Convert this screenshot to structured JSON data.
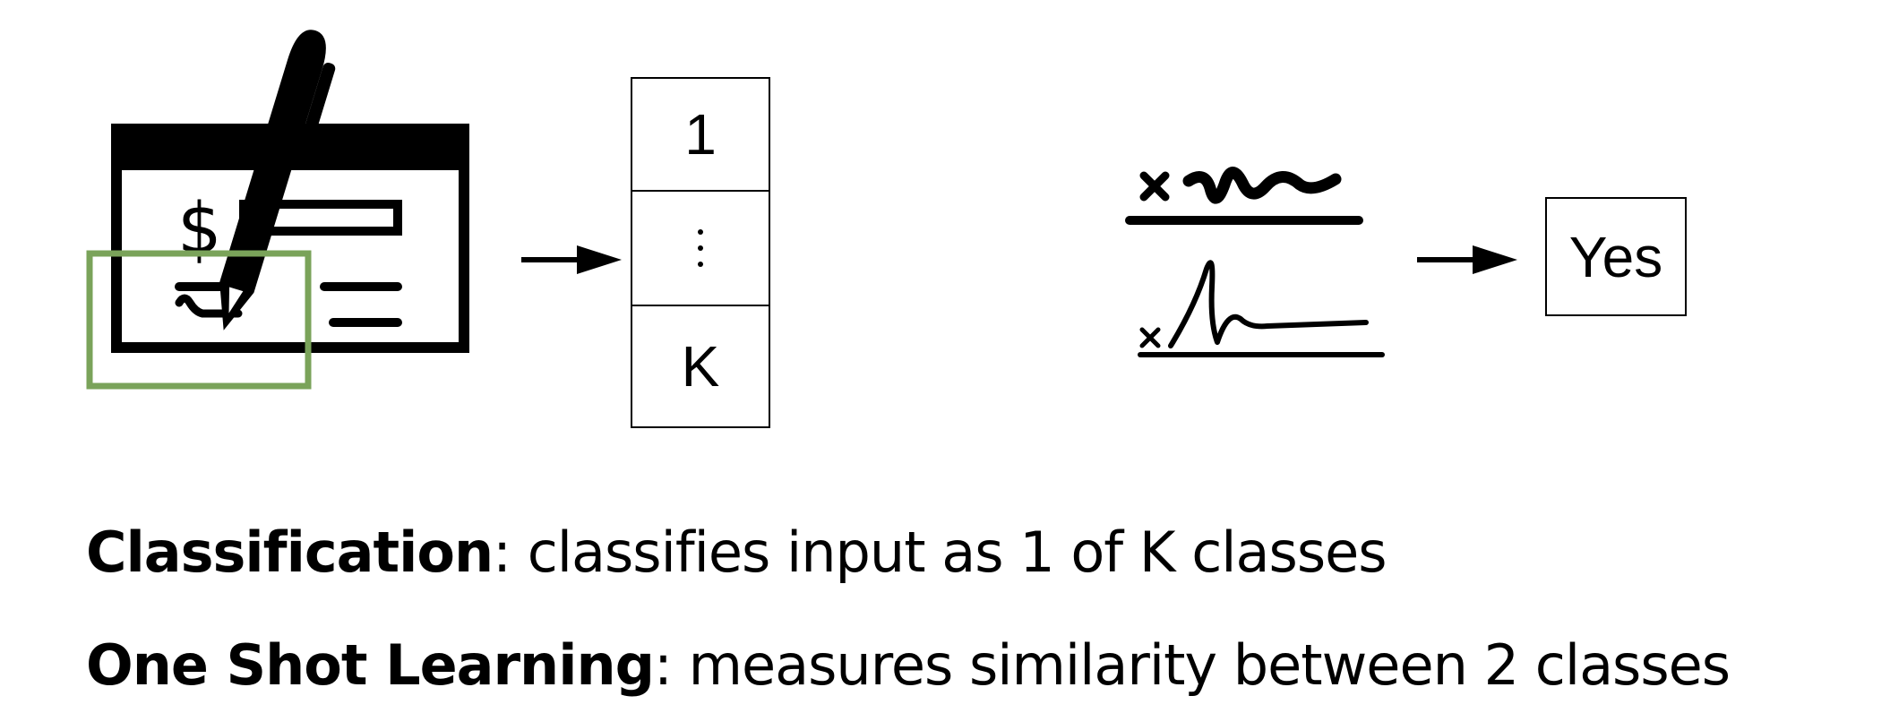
{
  "class_stack": {
    "top": "1",
    "bottom": "K"
  },
  "output": {
    "label": "Yes"
  },
  "captions": {
    "classification_term": "Classification",
    "classification_text": ": classifies input as 1 of K classes",
    "one_shot_term": "One Shot Learning",
    "one_shot_text": ": measures similarity between 2 classes"
  },
  "colors": {
    "highlight_box": "#7aa35a",
    "ink": "#000000"
  },
  "icons": [
    "check-with-pen-icon",
    "signature-pair-icon",
    "arrow-right-icon"
  ]
}
